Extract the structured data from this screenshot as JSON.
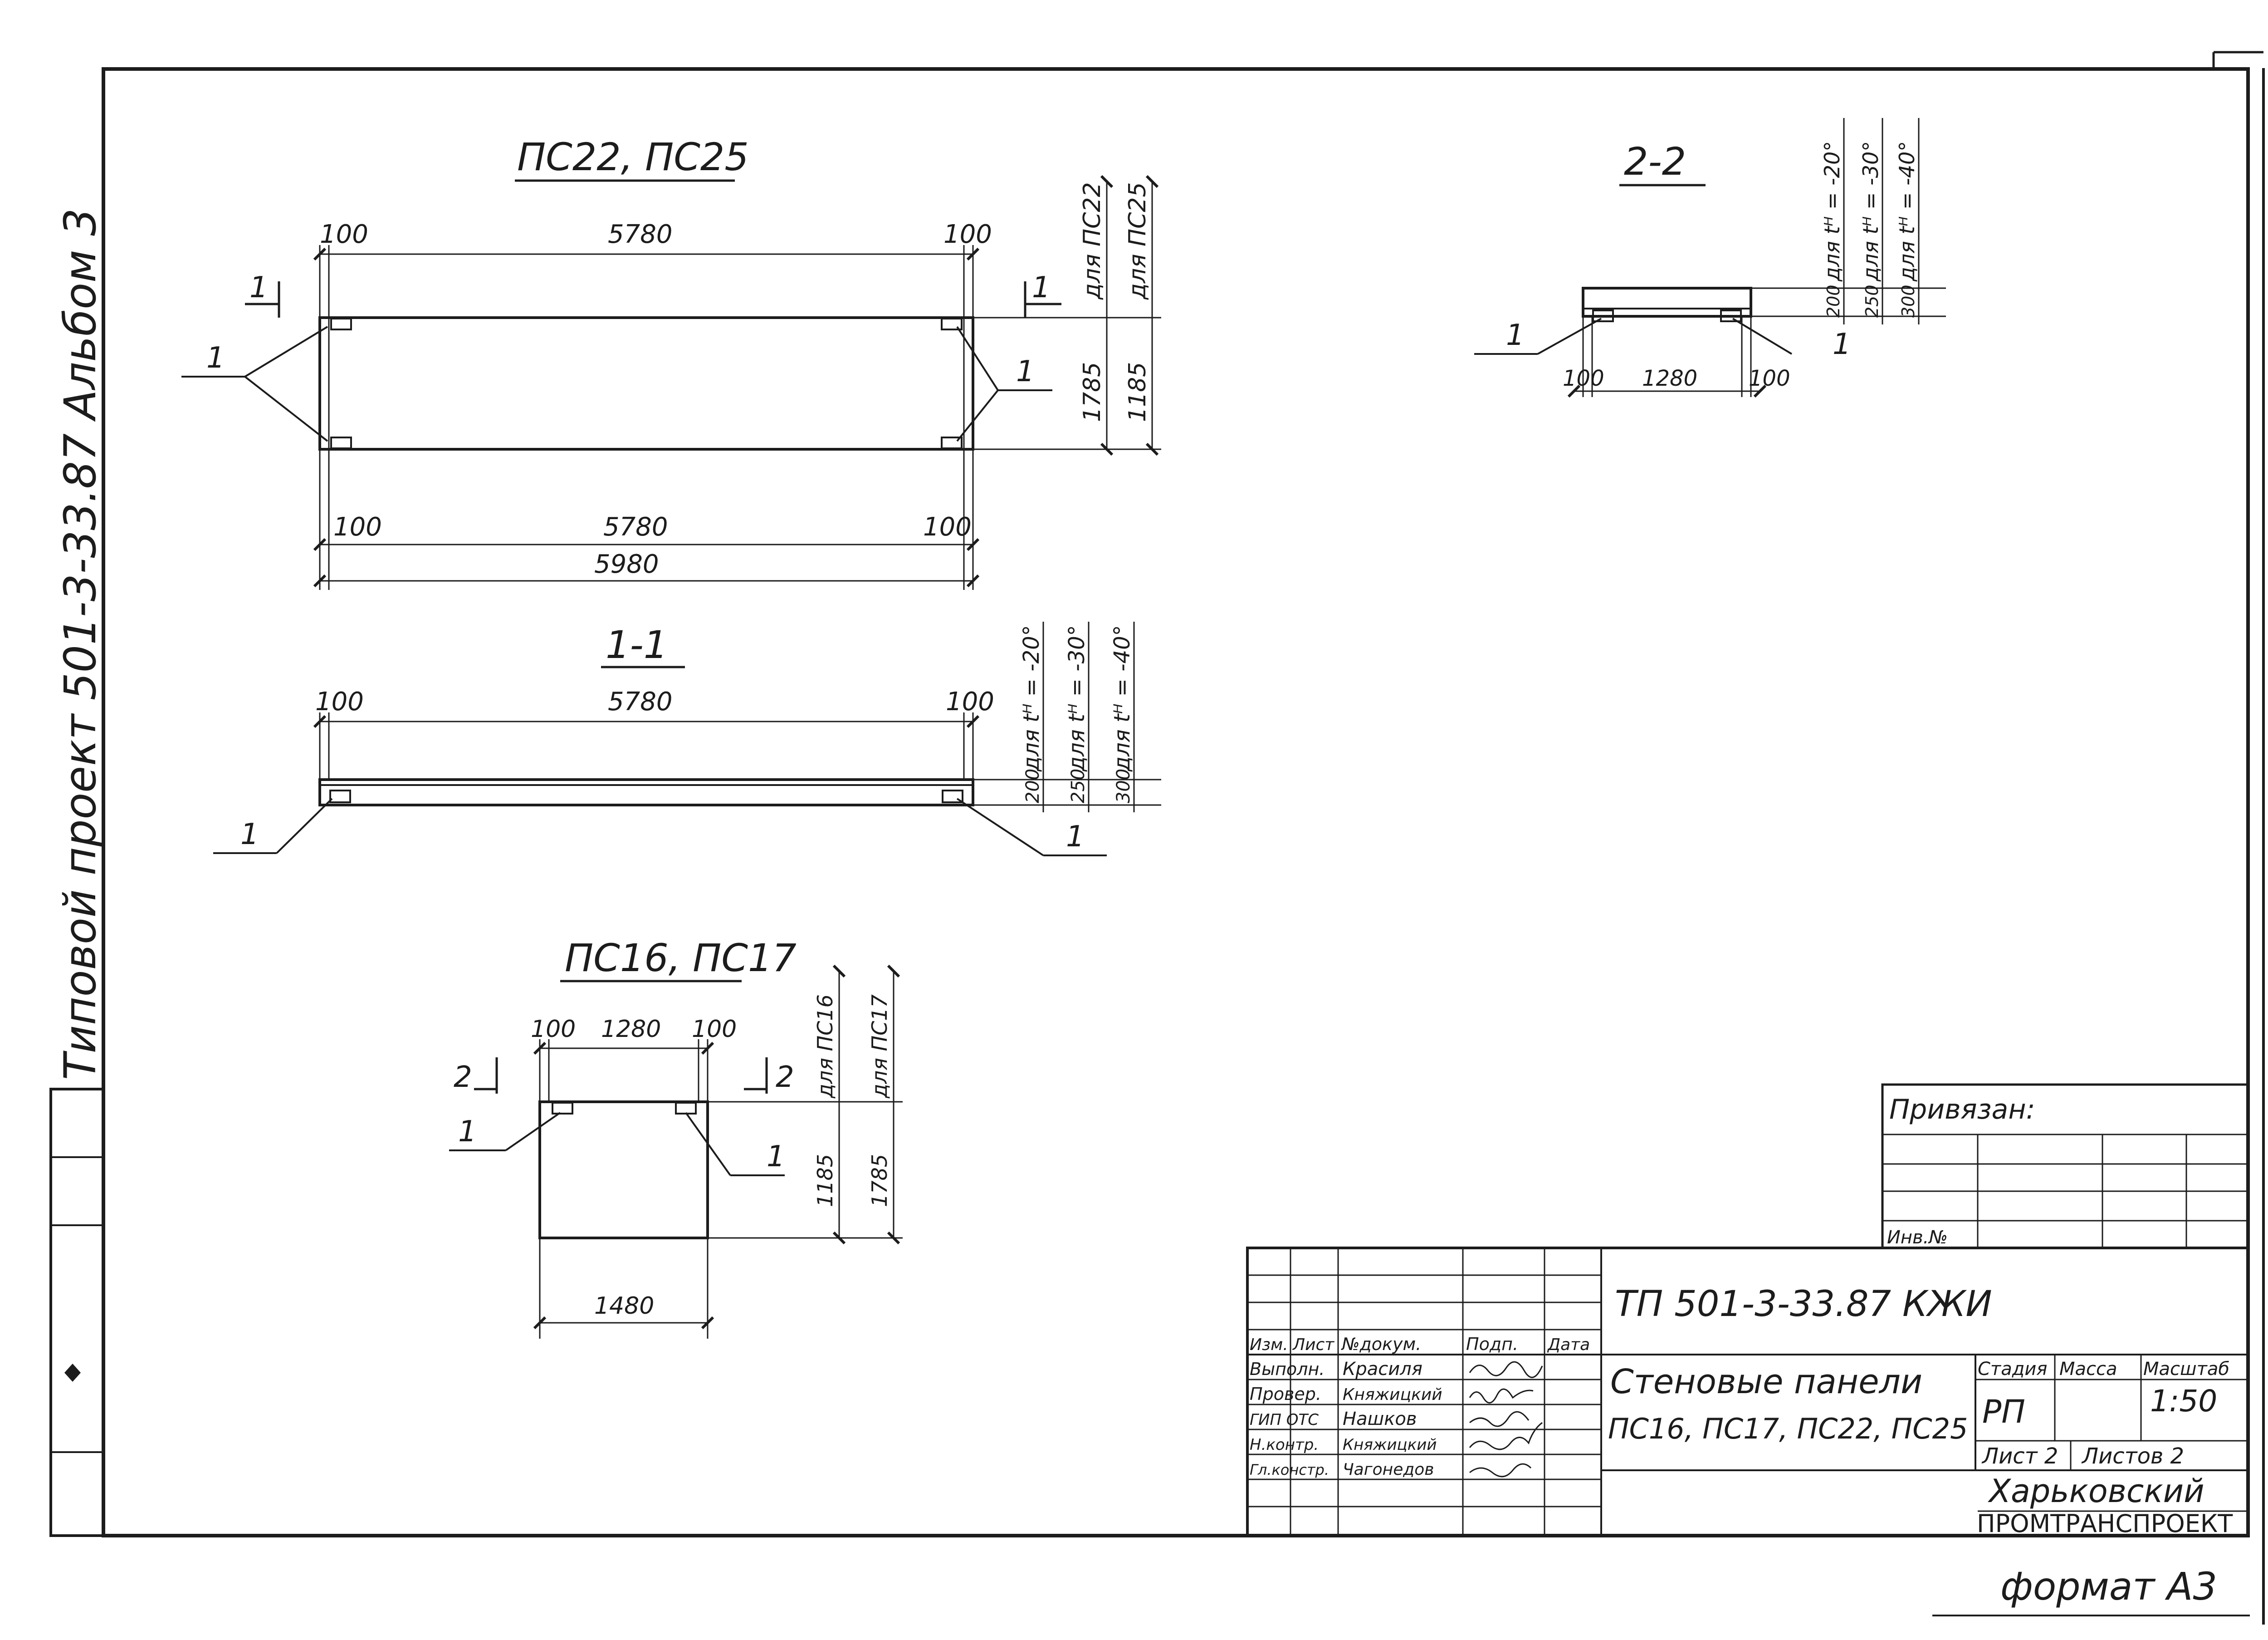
{
  "frame": {
    "side_stamp": "Типовой проект 501-3-33.87 Альбом 3",
    "format": "формат А3"
  },
  "views": {
    "plan_large": {
      "title": "ПС22, ПС25",
      "dim_top": [
        "100",
        "5780",
        "100"
      ],
      "dim_bottom": [
        "100",
        "5780",
        "100"
      ],
      "dim_total": "5980",
      "dim_height_1": "1785",
      "dim_height_2": "1185",
      "label_for_1": "для ПС22",
      "label_for_2": "для ПС25",
      "section_mark": "1",
      "callout": "1"
    },
    "section_1_1": {
      "title": "1-1",
      "dim_top": [
        "100",
        "5780",
        "100"
      ],
      "thickness": [
        "200",
        "250",
        "300"
      ],
      "thickness_labels": [
        "для tᴴ = -20°",
        "для tᴴ = -30°",
        "для tᴴ = -40°"
      ],
      "callout": "1"
    },
    "plan_small": {
      "title": "ПС16, ПС17",
      "dim_top": [
        "100",
        "1280",
        "100"
      ],
      "dim_total": "1480",
      "dim_height_1": "1185",
      "dim_height_2": "1785",
      "label_for_1": "для ПС16",
      "label_for_2": "для ПС17",
      "section_mark": "2",
      "callout": "1"
    },
    "section_2_2": {
      "title": "2-2",
      "dim_bottom": [
        "100",
        "1280",
        "100"
      ],
      "thickness": [
        "200",
        "250",
        "300"
      ],
      "thickness_labels": [
        "для tᴴ = -20°",
        "для tᴴ = -30°",
        "для tᴴ = -40°"
      ],
      "callout": "1"
    }
  },
  "stamp": {
    "privyazan": "Привязан:",
    "inv_no": "Инв.№",
    "code": "ТП 501-3-33.87 КЖИ",
    "headers": [
      "Изм.",
      "Лист",
      "№докум.",
      "Подп.",
      "Дата"
    ],
    "roles": [
      "Выполн.",
      "Провер.",
      "ГИП ОТС",
      "Н.контр.",
      "Гл.констр."
    ],
    "names": [
      "Красиля",
      "Княжицкий",
      "Нашков",
      "Княжицкий",
      "Чагонедов"
    ],
    "title_line1": "Стеновые панели",
    "title_line2": "ПС16, ПС17, ПС22, ПС25",
    "stage_label": "Стадия",
    "mass_label": "Масса",
    "scale_label": "Масштаб",
    "stage": "РП",
    "scale": "1:50",
    "sheet": "Лист 2",
    "sheets": "Листов 2",
    "org_line1": "Харьковский",
    "org_line2": "ПРОМТРАНСПРОЕКТ"
  }
}
